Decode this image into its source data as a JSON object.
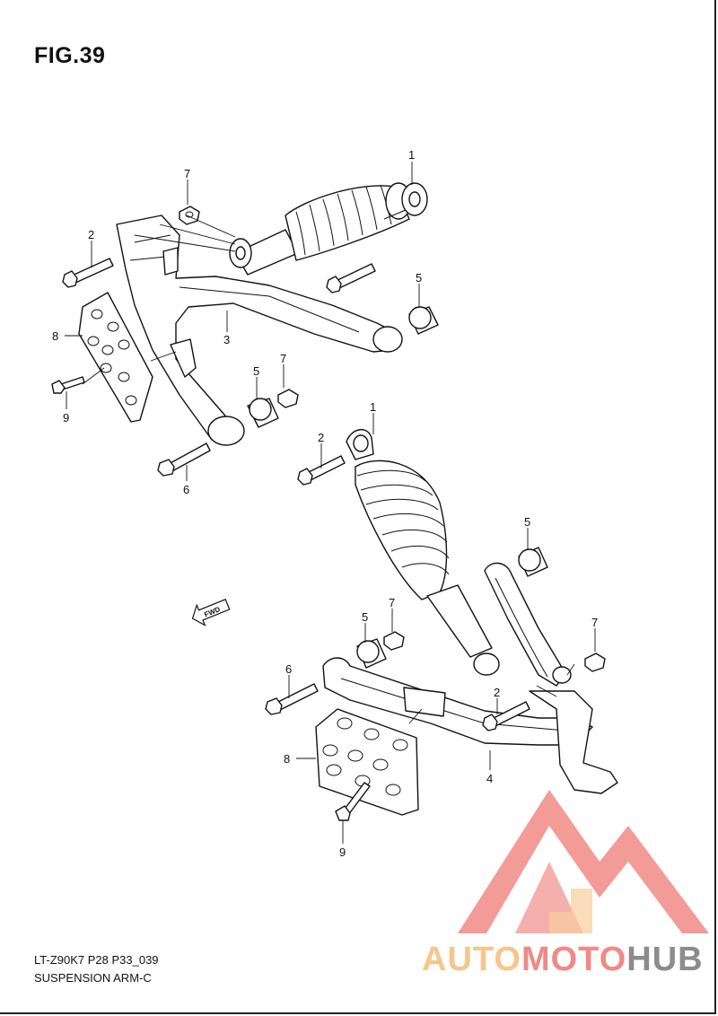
{
  "figure": {
    "title": "FIG.39",
    "model_code": "LT-Z90K7 P28 P33_039",
    "caption": "SUSPENSION ARM-C"
  },
  "fwd_label": "FWD",
  "callouts": [
    {
      "id": "c1a",
      "text": "1"
    },
    {
      "id": "c7a",
      "text": "7"
    },
    {
      "id": "c2a",
      "text": "2"
    },
    {
      "id": "c5a",
      "text": "5"
    },
    {
      "id": "c8a",
      "text": "8"
    },
    {
      "id": "c3",
      "text": "3"
    },
    {
      "id": "c9a",
      "text": "9"
    },
    {
      "id": "c5b",
      "text": "5"
    },
    {
      "id": "c7b",
      "text": "7"
    },
    {
      "id": "c6a",
      "text": "6"
    },
    {
      "id": "c1b",
      "text": "1"
    },
    {
      "id": "c2b",
      "text": "2"
    },
    {
      "id": "c5c",
      "text": "5"
    },
    {
      "id": "c7c",
      "text": "7"
    },
    {
      "id": "c5d",
      "text": "5"
    },
    {
      "id": "c7d",
      "text": "7"
    },
    {
      "id": "c6b",
      "text": "6"
    },
    {
      "id": "c2c",
      "text": "2"
    },
    {
      "id": "c8b",
      "text": "8"
    },
    {
      "id": "c4",
      "text": "4"
    },
    {
      "id": "c9b",
      "text": "9"
    }
  ],
  "watermark": {
    "part1": "AUTO",
    "part2": "MOTO",
    "part3": "HUB",
    "colors": {
      "light": "#f6c68c",
      "red": "#f08a86",
      "gray": "#8c8c8c"
    }
  }
}
